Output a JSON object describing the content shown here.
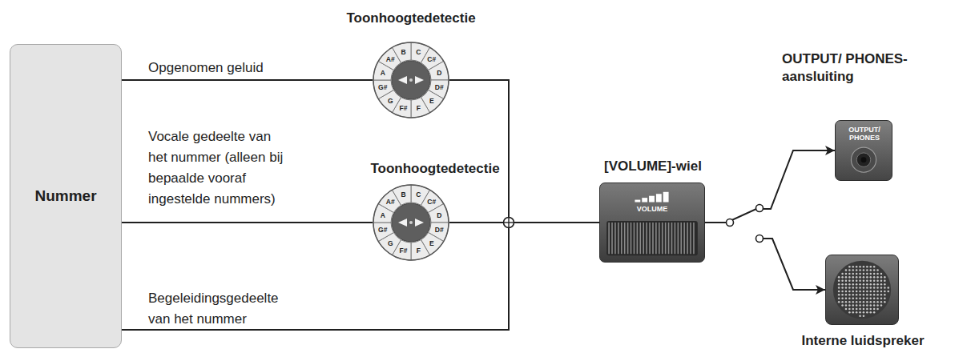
{
  "diagram": {
    "nodes": [
      {
        "text": [
          "Nummer"
        ]
      },
      {
        "text": [
          "Toonhoogtedetectie",
          "C",
          "C#",
          "D",
          "D#",
          "E",
          "F",
          "F#",
          "G",
          "G#",
          "A",
          "A#",
          "B"
        ]
      },
      {
        "text": [
          "Toonhoogtedetectie",
          "C",
          "C#",
          "D",
          "D#",
          "E",
          "F",
          "F#",
          "G",
          "G#",
          "A",
          "A#",
          "B"
        ]
      },
      {
        "text": [
          "[VOLUME]-wiel",
          "VOLUME"
        ]
      },
      {
        "text": [
          "OUTPUT/ PHONES-aansluiting",
          "OUTPUT/ PHONES"
        ]
      },
      {
        "text": [
          "Interne luidspreker"
        ]
      }
    ],
    "edges": [
      {
        "from": 0,
        "to": 1,
        "arrow": "none",
        "label": "Opgenomen geluid"
      },
      {
        "from": 0,
        "to": 2,
        "arrow": "none",
        "label": "Vocale gedeelte van het nummer (alleen bij bepaalde vooraf ingestelde nummers)"
      },
      {
        "from": 0,
        "to": 3,
        "arrow": "none",
        "label": "Begeleidingsgedeelte van het nummer"
      },
      {
        "from": 1,
        "to": 3,
        "arrow": "none"
      },
      {
        "from": 2,
        "to": 3,
        "arrow": "none"
      },
      {
        "from": 3,
        "to": 4,
        "arrow": "to"
      },
      {
        "from": 3,
        "to": 5,
        "arrow": "to"
      }
    ]
  }
}
